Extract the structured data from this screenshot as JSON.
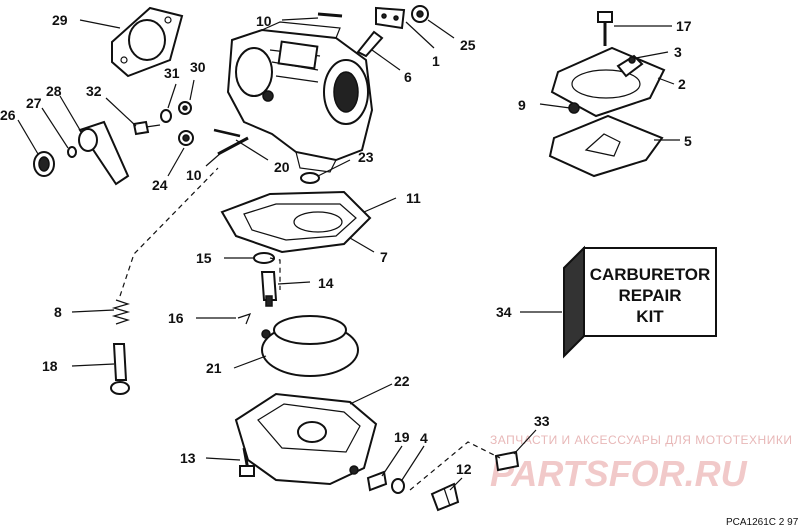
{
  "callouts": {
    "c1": "1",
    "c2": "2",
    "c3": "3",
    "c4": "4",
    "c5": "5",
    "c6": "6",
    "c7": "7",
    "c8": "8",
    "c9": "9",
    "c10a": "10",
    "c10b": "10",
    "c11": "11",
    "c12": "12",
    "c13": "13",
    "c14": "14",
    "c15": "15",
    "c16": "16",
    "c17": "17",
    "c18": "18",
    "c19": "19",
    "c20": "20",
    "c21": "21",
    "c22": "22",
    "c23": "23",
    "c24": "24",
    "c25": "25",
    "c26": "26",
    "c27": "27",
    "c28": "28",
    "c29": "29",
    "c30": "30",
    "c31": "31",
    "c32": "32",
    "c33": "33",
    "c34": "34"
  },
  "kit_box": {
    "line1": "CARBURETOR",
    "line2": "REPAIR",
    "line3": "KIT"
  },
  "watermark": {
    "subtitle": "ЗАПЧАСТИ И АКСЕССУАРЫ ДЛЯ МОТОТЕХНИКИ",
    "brand": "PARTSFOR.RU"
  },
  "drawing_code": "PCA1261C  2 97"
}
